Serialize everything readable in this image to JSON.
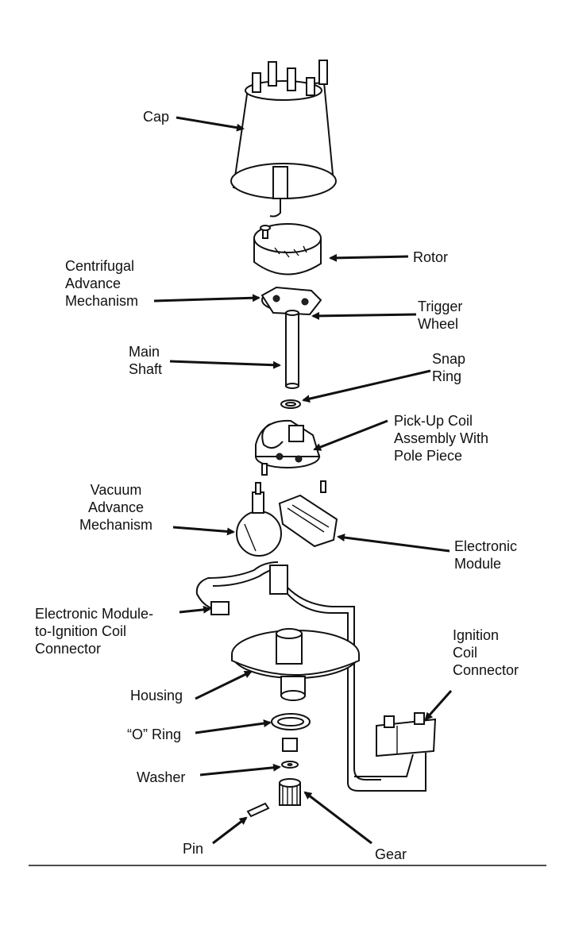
{
  "labels": {
    "cap": "Cap",
    "rotor": "Rotor",
    "centrifugal": [
      "Centrifugal",
      "Advance",
      "Mechanism"
    ],
    "trigger_wheel": [
      "Trigger",
      "Wheel"
    ],
    "main_shaft": [
      "Main",
      "Shaft"
    ],
    "snap_ring": [
      "Snap",
      "Ring"
    ],
    "pickup_coil": [
      "Pick-Up Coil",
      "Assembly With",
      "Pole Piece"
    ],
    "vacuum_advance": [
      "Vacuum",
      "Advance",
      "Mechanism"
    ],
    "electronic_module": [
      "Electronic",
      "Module"
    ],
    "module_connector": [
      "Electronic Module-",
      "to-Ignition Coil",
      "Connector"
    ],
    "ignition_coil_connector": [
      "Ignition",
      "Coil",
      "Connector"
    ],
    "housing": "Housing",
    "o_ring": "“O” Ring",
    "washer": "Washer",
    "pin": "Pin",
    "gear": "Gear"
  },
  "colors": {
    "ink": "#111111",
    "paper": "#ffffff"
  }
}
